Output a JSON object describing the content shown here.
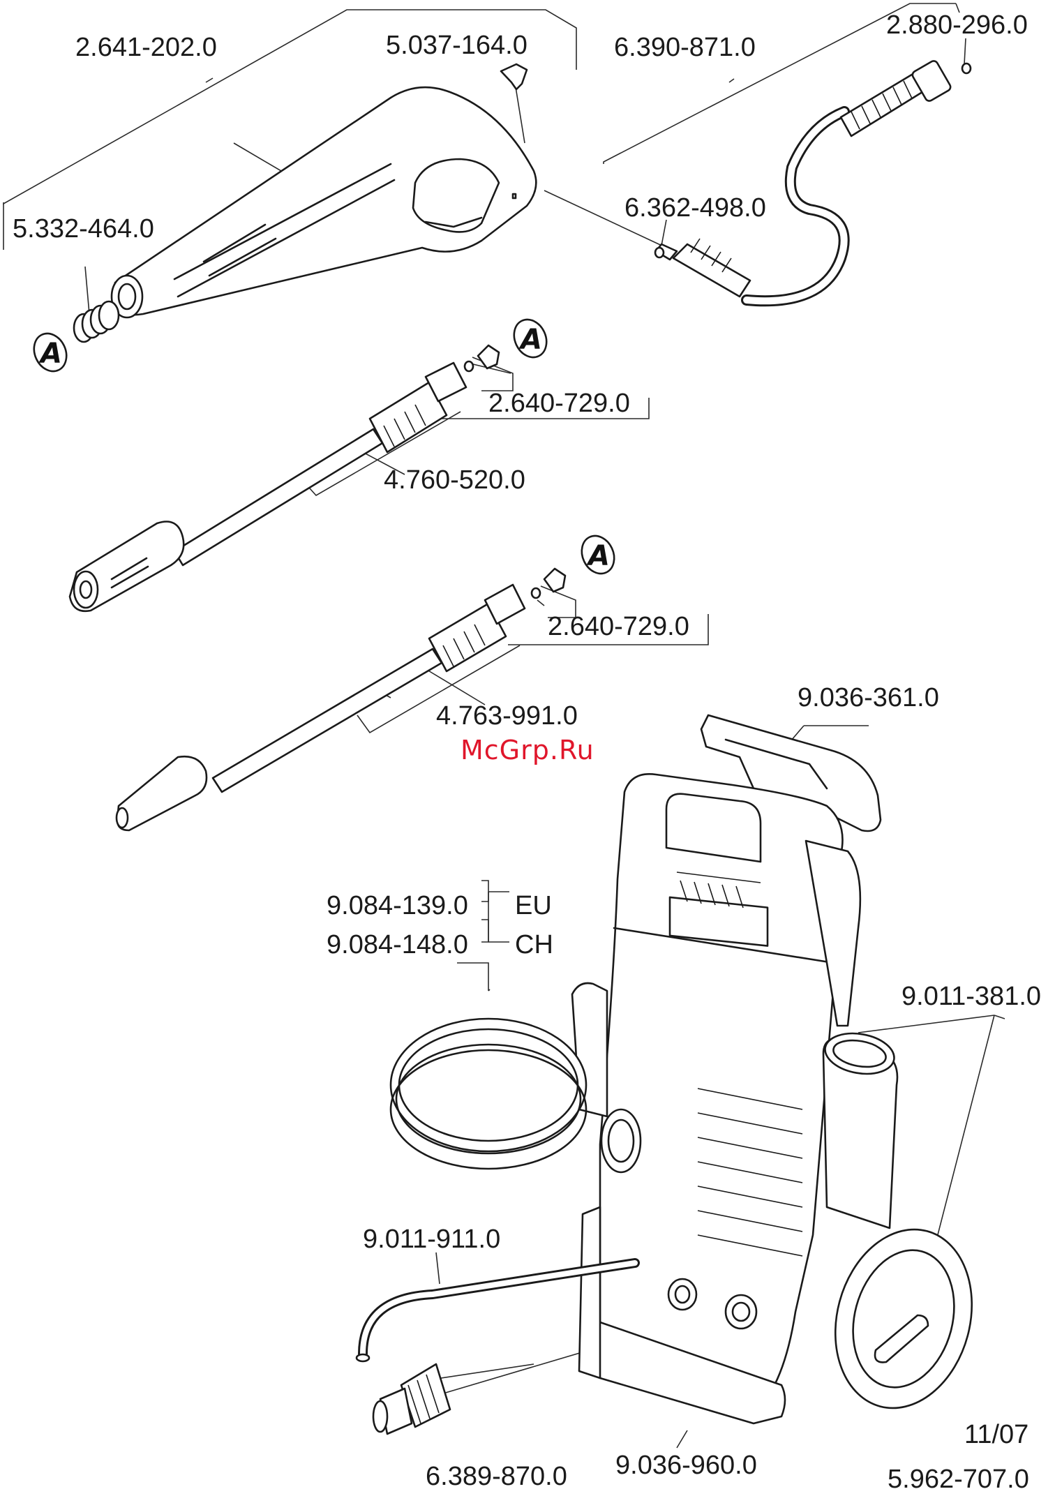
{
  "labels": {
    "grip": "2.641-202.0",
    "clip": "5.037-164.0",
    "spring": "5.332-464.0",
    "hose": "6.390-871.0",
    "hose_oring": "2.880-296.0",
    "nipple_oring": "6.362-498.0",
    "nozzle_kit_1": "2.640-729.0",
    "lance_1": "4.760-520.0",
    "nozzle_kit_2": "2.640-729.0",
    "lance_2": "4.763-991.0",
    "handle": "9.036-361.0",
    "water_hose_eu": "9.084-139.0",
    "region_eu": "EU",
    "water_hose_ch": "9.084-148.0",
    "region_ch": "CH",
    "detergent_bottle": "9.011-381.0",
    "suction_hose": "9.011-911.0",
    "coupling": "6.389-870.0",
    "body": "9.036-960.0",
    "date": "11/07",
    "doc_number": "5.962-707.0"
  },
  "markers": {
    "detail": "A"
  },
  "watermark": "McGrp.Ru",
  "colors": {
    "line": "#1a1a1a",
    "watermark": "#e0162b",
    "background": "#ffffff"
  }
}
